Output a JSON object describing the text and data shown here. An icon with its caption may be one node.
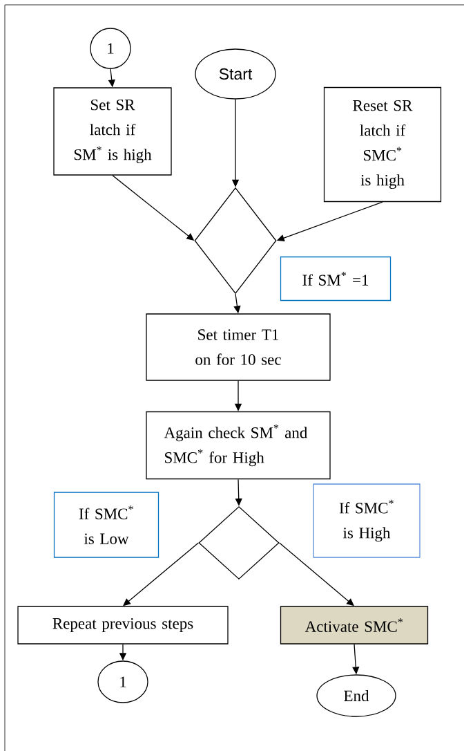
{
  "diagram": {
    "nodes": [
      {
        "text": [
          "1"
        ]
      },
      {
        "text": [
          "Start"
        ]
      },
      {
        "text": [
          "Set SR latch if SM$^{*}$ is high"
        ]
      },
      {
        "text": [
          "Reset SR latch if SMC$^{*}$ is high"
        ]
      },
      {
        "text": [],
        "shape": "diamond"
      },
      {
        "text": [
          "If SM$^{*}$ =1"
        ]
      },
      {
        "text": [
          "Set timer T1 on for 10 sec"
        ]
      },
      {
        "text": [
          "Again check SM$^{*}$ and SMC$^{*}$ for High"
        ]
      },
      {
        "text": [
          "If SMC$^{*}$ is Low"
        ]
      },
      {
        "text": [],
        "shape": "diamond"
      },
      {
        "text": [
          "If SMC$^{*}$ is High"
        ]
      },
      {
        "text": [
          "Repeat previous steps"
        ]
      },
      {
        "text": [
          "Activate SMC$^{*}$"
        ]
      },
      {
        "text": [
          "1"
        ]
      },
      {
        "text": [
          "End"
        ]
      }
    ],
    "edges": [
      {
        "from": 0,
        "to": 2,
        "arrow": "to"
      },
      {
        "from": 1,
        "to": 4,
        "arrow": "to"
      },
      {
        "from": 2,
        "to": 4,
        "arrow": "to"
      },
      {
        "from": 3,
        "to": 4,
        "arrow": "to"
      },
      {
        "from": 4,
        "to": 6,
        "arrow": "to"
      },
      {
        "from": 6,
        "to": 7,
        "arrow": "to"
      },
      {
        "from": 7,
        "to": 9,
        "arrow": "to"
      },
      {
        "from": 9,
        "to": 11,
        "arrow": "to"
      },
      {
        "from": 9,
        "to": 12,
        "arrow": "to"
      },
      {
        "from": 11,
        "to": 13,
        "arrow": "to"
      },
      {
        "from": 12,
        "to": 14,
        "arrow": "to"
      }
    ]
  }
}
